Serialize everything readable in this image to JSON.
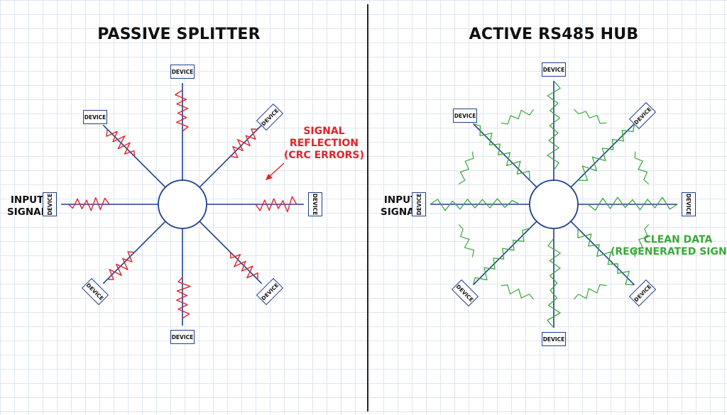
{
  "panels": [
    {
      "title": "PASSIVE SPLITTER",
      "input_label": [
        "INPUT",
        "SIGNAL"
      ],
      "annotation": [
        "SIGNAL",
        "REFLECTION",
        "(CRC ERRORS)"
      ],
      "device_label": "DEVICE",
      "wave_color": "#e0242a"
    },
    {
      "title": "ACTIVE RS485 HUB",
      "input_label": [
        "INPUT",
        "SIGNAL"
      ],
      "annotation": [
        "CLEAN DATA",
        "(REGENERATED SIGNAL)"
      ],
      "device_label": "DEVICE",
      "wave_color": "#3aa83a"
    }
  ],
  "colors": {
    "line": "#1e3f8f",
    "text": "#111111",
    "reflection": "#e0242a",
    "clean": "#3aa83a"
  }
}
